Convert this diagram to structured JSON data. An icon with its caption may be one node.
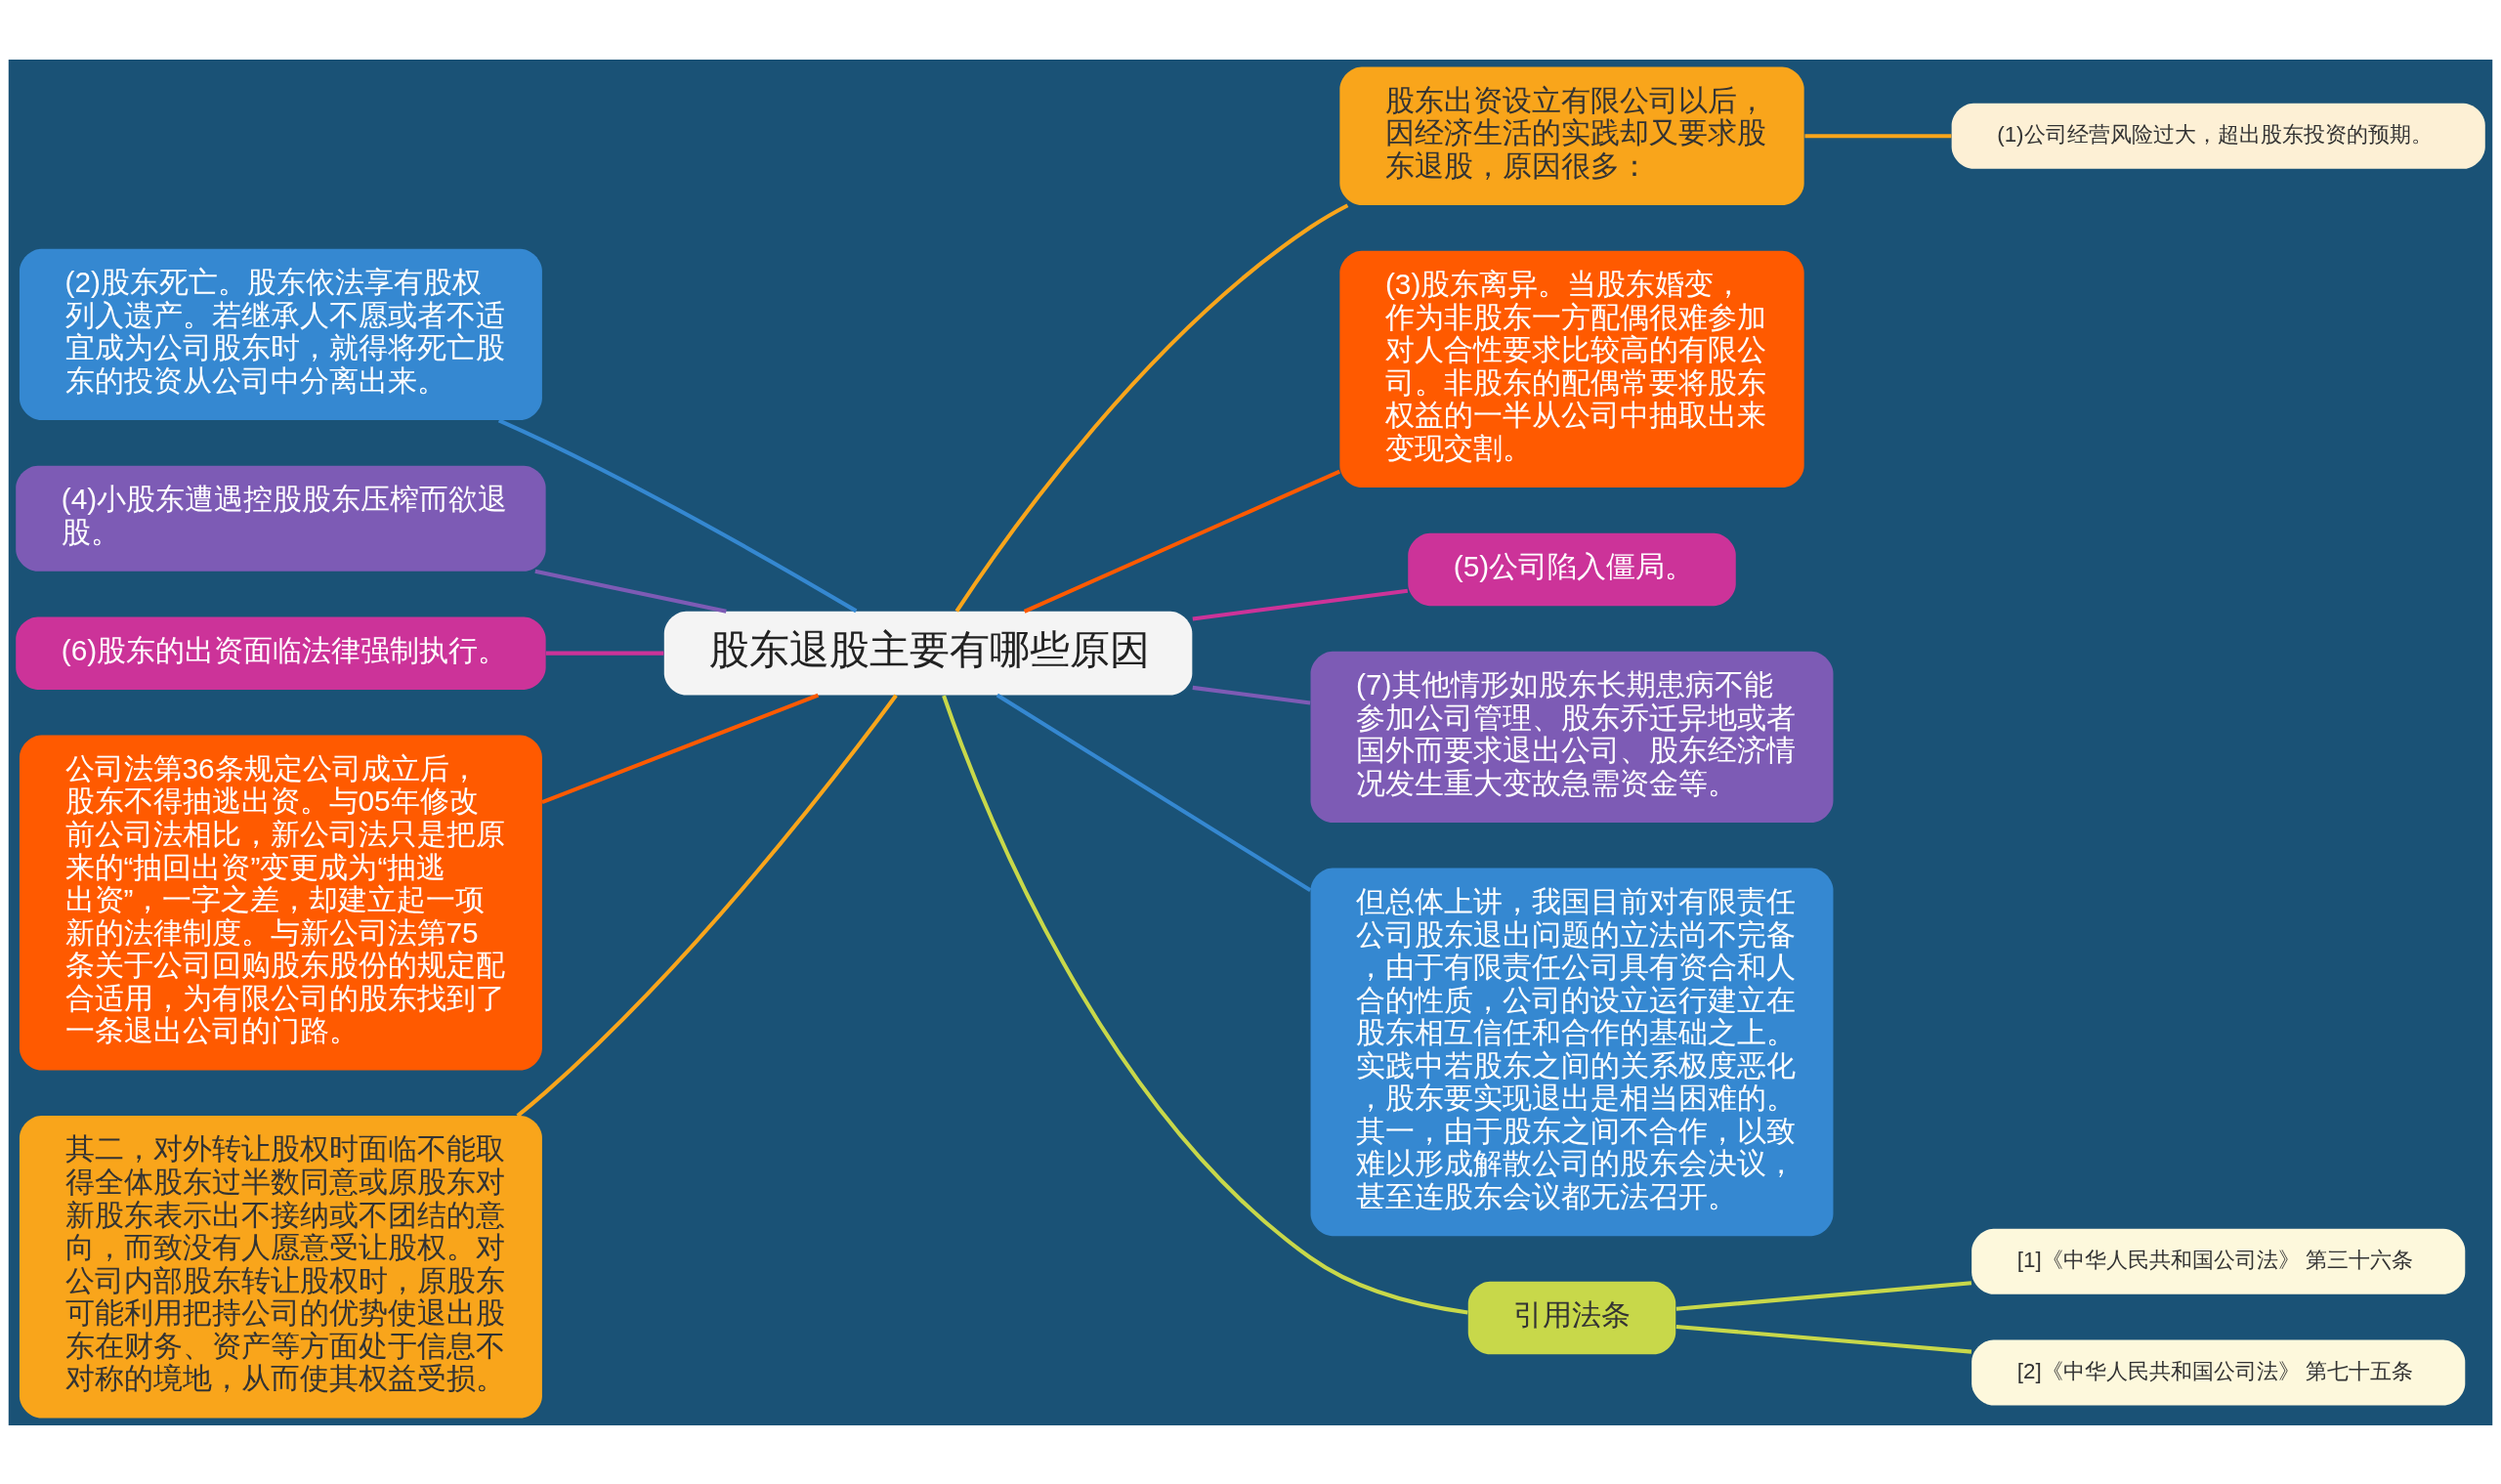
{
  "diagram": {
    "nodes": [
      {
        "text": [
          "股东退股主要有哪些原因"
        ]
      },
      {
        "text": [
          "(2)股东死亡。股东依法享有股权列入遗产。若继承人不愿或者不适宜成为公司股东时，就得将死亡股东的投资从公司中分离出来。"
        ]
      },
      {
        "text": [
          "(4)小股东遭遇控股股东压榨而欲退股。"
        ]
      },
      {
        "text": [
          "(6)股东的出资面临法律强制执行。"
        ]
      },
      {
        "text": [
          "公司法第36条规定公司成立后，股东不得抽逃出资。与05年修改前公司法相比，新公司法只是把原来的“抽回出资”变更成为“抽逃出资”，一字之差，却建立起一项新的法律制度。与新公司法第75条关于公司回购股东股份的规定配合适用，为有限公司的股东找到了一条退出公司的门路。"
        ]
      },
      {
        "text": [
          "其二，对外转让股权时面临不能取得全体股东过半数同意或原股东对新股东表示出不接纳或不团结的意向，而致没有人愿意受让股权。对公司内部股东转让股权时，原股东可能利用把持公司的优势使退出股东在财务、资产等方面处于信息不对称的境地，从而使其权益受损。"
        ]
      },
      {
        "text": [
          "股东出资设立有限公司以后，因经济生活的实践却又要求股东退股，原因很多："
        ]
      },
      {
        "text": [
          "(1)公司经营风险过大，超出股东投资的预期。"
        ]
      },
      {
        "text": [
          "(3)股东离异。当股东婚变，作为非股东一方配偶很难参加对人合性要求比较高的有限公司。非股东的配偶常要将股东权益的一半从公司中抽取出来变现交割。"
        ]
      },
      {
        "text": [
          "(5)公司陷入僵局。"
        ]
      },
      {
        "text": [
          "(7)其他情形如股东长期患病不能参加公司管理、股东乔迁异地或者国外而要求退出公司、股东经济情况发生重大变故急需资金等。"
        ]
      },
      {
        "text": [
          "但总体上讲，我国目前对有限责任公司股东退出问题的立法尚不完备，由于有限责任公司具有资合和人合的性质，公司的设立运行建立在股东相互信任和合作的基础之上。实践中若股东之间的关系极度恶化，股东要实现退出是相当困难的。其一，由于股东之间不合作，以致难以形成解散公司的股东会决议，甚至连股东会议都无法召开。"
        ]
      },
      {
        "text": [
          "引用法条"
        ]
      },
      {
        "text": [
          "[1]《中华人民共和国公司法》 第三十六条"
        ]
      },
      {
        "text": [
          "[2]《中华人民共和国公司法》 第七十五条"
        ]
      }
    ],
    "edges": [
      {
        "from": 0,
        "to": 1,
        "arrow": "none",
        "color": "#3588d1"
      },
      {
        "from": 0,
        "to": 2,
        "arrow": "none",
        "color": "#7d5bb5"
      },
      {
        "from": 0,
        "to": 3,
        "arrow": "none",
        "color": "#cc3399"
      },
      {
        "from": 0,
        "to": 4,
        "arrow": "none",
        "color": "#ff5a00"
      },
      {
        "from": 0,
        "to": 5,
        "arrow": "none",
        "color": "#f9a51b"
      },
      {
        "from": 0,
        "to": 6,
        "arrow": "none",
        "color": "#f9a51b"
      },
      {
        "from": 6,
        "to": 7,
        "arrow": "none",
        "color": "#f9a51b"
      },
      {
        "from": 0,
        "to": 8,
        "arrow": "none",
        "color": "#ff5a00"
      },
      {
        "from": 0,
        "to": 9,
        "arrow": "none",
        "color": "#cc3399"
      },
      {
        "from": 0,
        "to": 10,
        "arrow": "none",
        "color": "#7d5bb5"
      },
      {
        "from": 0,
        "to": 11,
        "arrow": "none",
        "color": "#3588d1"
      },
      {
        "from": 0,
        "to": 12,
        "arrow": "none",
        "color": "#c8d84a"
      },
      {
        "from": 12,
        "to": 13,
        "arrow": "none",
        "color": "#c8d84a"
      },
      {
        "from": 12,
        "to": 14,
        "arrow": "none",
        "color": "#c8d84a"
      }
    ]
  }
}
